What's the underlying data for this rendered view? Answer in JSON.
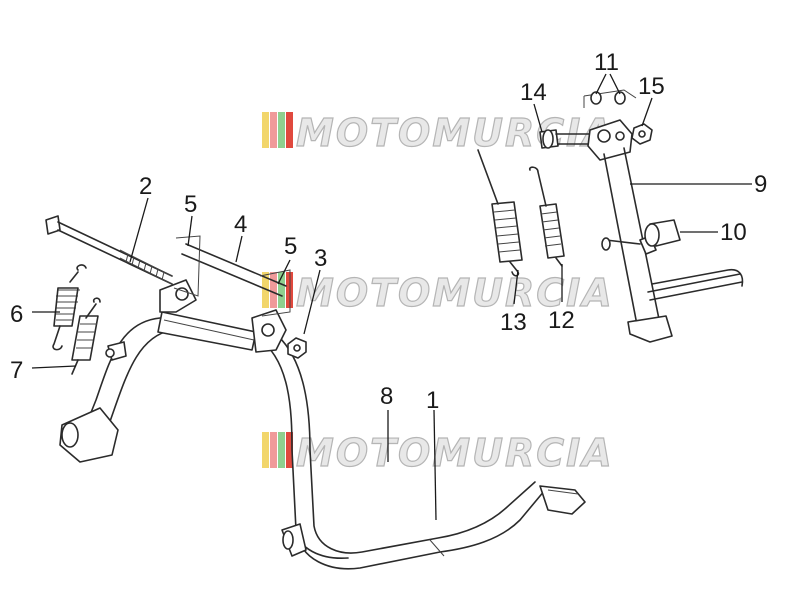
{
  "watermark": {
    "text": "MOTOMURCIA",
    "colors": [
      "#f2d66b",
      "#f09a9a",
      "#8fd08f",
      "#e0493e"
    ]
  },
  "callouts": [
    {
      "label": "1"
    },
    {
      "label": "2"
    },
    {
      "label": "3"
    },
    {
      "label": "4"
    },
    {
      "label": "5"
    },
    {
      "label": "5"
    },
    {
      "label": "6"
    },
    {
      "label": "7"
    },
    {
      "label": "8"
    },
    {
      "label": "9"
    },
    {
      "label": "10"
    },
    {
      "label": "11"
    },
    {
      "label": "12"
    },
    {
      "label": "13"
    },
    {
      "label": "14"
    },
    {
      "label": "15"
    }
  ]
}
